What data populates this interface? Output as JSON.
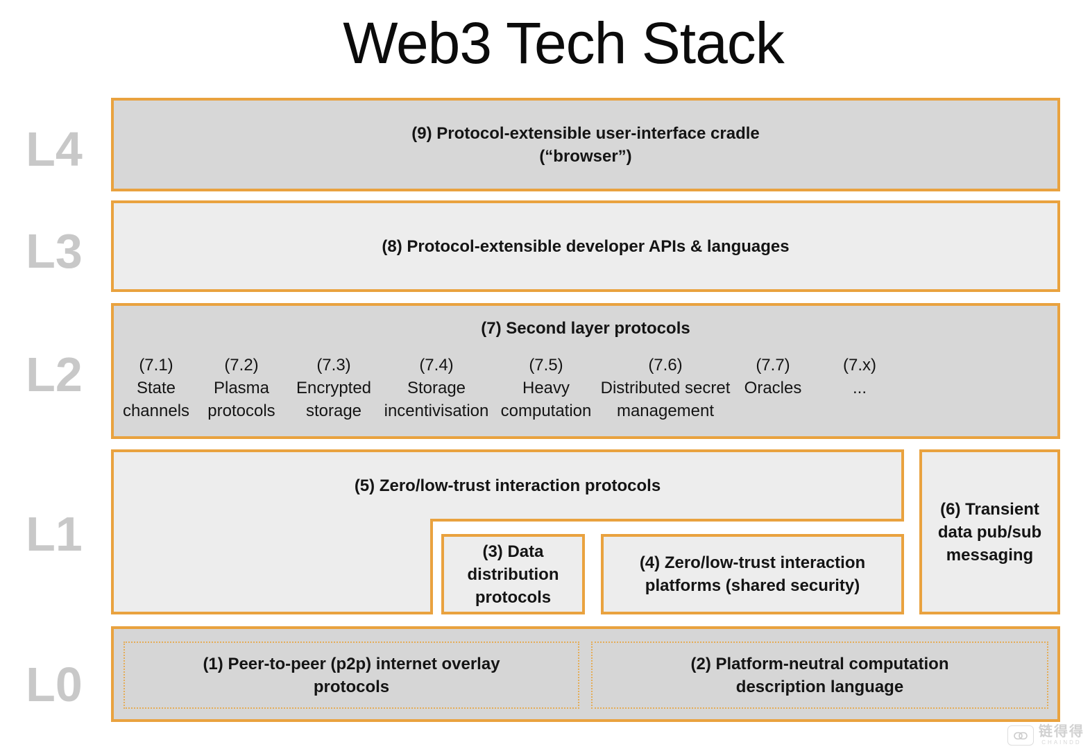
{
  "title": "Web3 Tech Stack",
  "colors": {
    "border_orange": "#E9A23F",
    "layer_label_gray": "#C8C8C8",
    "fill_dark_gray": "#D7D7D7",
    "fill_light_gray": "#EDEDED",
    "fill_l0_gray": "#D6D6D6"
  },
  "layers": {
    "l4": {
      "label": "L4",
      "box9": "(9) Protocol-extensible user-interface cradle\n(“browser”)"
    },
    "l3": {
      "label": "L3",
      "box8": "(8) Protocol-extensible developer APIs & languages"
    },
    "l2": {
      "label": "L2",
      "header": "(7) Second layer protocols",
      "items": [
        {
          "num": "(7.1)",
          "name": "State\nchannels"
        },
        {
          "num": "(7.2)",
          "name": "Plasma\nprotocols"
        },
        {
          "num": "(7.3)",
          "name": "Encrypted\nstorage"
        },
        {
          "num": "(7.4)",
          "name": "Storage\nincentivisation"
        },
        {
          "num": "(7.5)",
          "name": "Heavy\ncomputation"
        },
        {
          "num": "(7.6)",
          "name": "Distributed secret\nmanagement"
        },
        {
          "num": "(7.7)",
          "name": "Oracles"
        },
        {
          "num": "(7.x)",
          "name": "..."
        }
      ]
    },
    "l1": {
      "label": "L1",
      "box5": "(5) Zero/low-trust interaction protocols",
      "box3": "(3) Data\ndistribution\nprotocols",
      "box4": "(4) Zero/low-trust interaction\nplatforms (shared security)",
      "box6": "(6) Transient\ndata pub/sub\nmessaging"
    },
    "l0": {
      "label": "L0",
      "box1": "(1) Peer-to-peer (p2p) internet overlay\nprotocols",
      "box2": "(2) Platform-neutral computation\ndescription language"
    }
  },
  "watermark": {
    "cn": "链得得",
    "en": "CHAINDD"
  }
}
